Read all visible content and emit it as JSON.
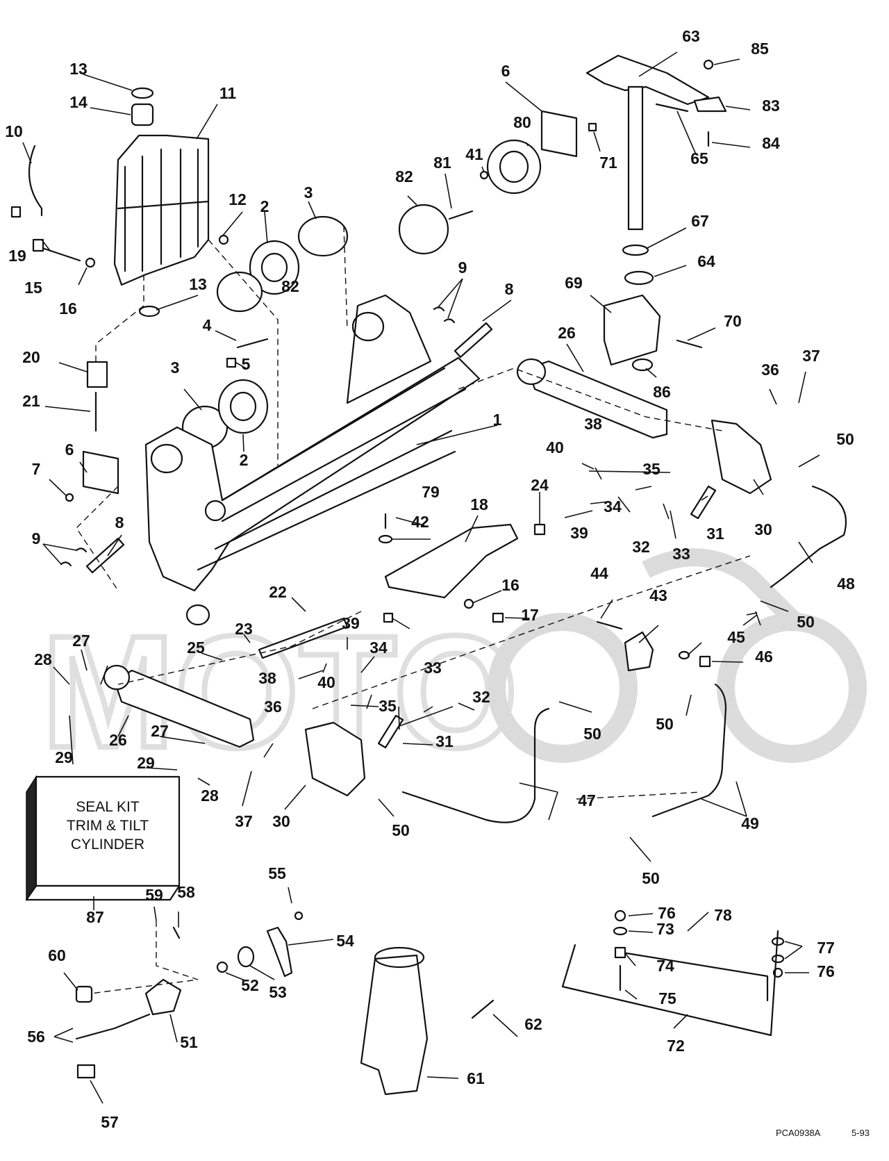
{
  "diagram": {
    "part_numbers": [
      "1",
      "2",
      "3",
      "4",
      "5",
      "6",
      "7",
      "8",
      "9",
      "10",
      "11",
      "12",
      "13",
      "14",
      "15",
      "16",
      "17",
      "18",
      "19",
      "20",
      "21",
      "22",
      "23",
      "24",
      "25",
      "26",
      "27",
      "28",
      "29",
      "30",
      "31",
      "32",
      "33",
      "34",
      "35",
      "36",
      "37",
      "38",
      "39",
      "40",
      "41",
      "42",
      "43",
      "44",
      "45",
      "46",
      "47",
      "48",
      "49",
      "50",
      "51",
      "52",
      "53",
      "54",
      "55",
      "56",
      "57",
      "58",
      "59",
      "60",
      "61",
      "62",
      "63",
      "64",
      "65",
      "67",
      "69",
      "70",
      "71",
      "72",
      "73",
      "74",
      "75",
      "76",
      "77",
      "78",
      "79",
      "80",
      "81",
      "82",
      "83",
      "84",
      "85",
      "86",
      "87"
    ],
    "seal_kit": {
      "line1": "SEAL KIT",
      "line2": "TRIM & TILT",
      "line3": "CYLINDER"
    },
    "drawing_code": "PCA0938A",
    "date_code": "5-93"
  }
}
